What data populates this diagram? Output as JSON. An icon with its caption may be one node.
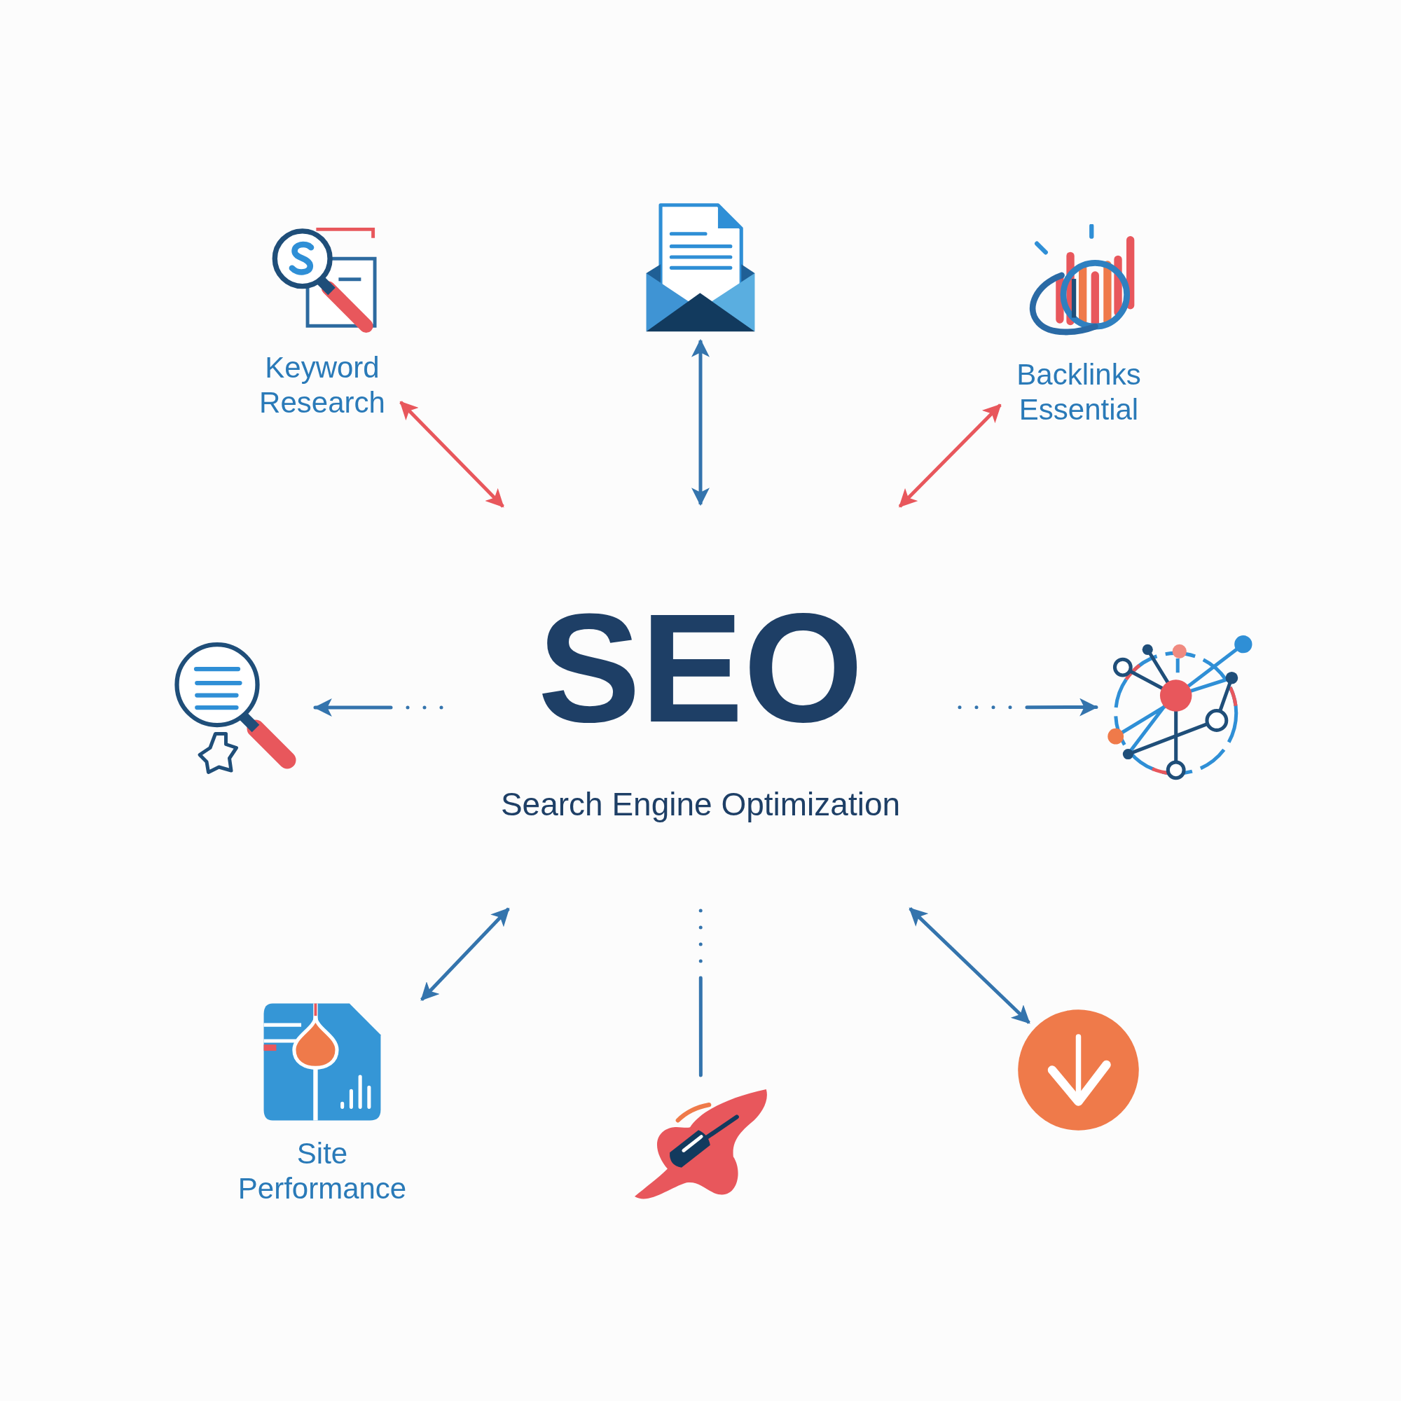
{
  "diagram": {
    "nodes": [
      {
        "text": [
          "Keyword Research"
        ]
      },
      {
        "text": [],
        "shape": "picture"
      },
      {
        "text": [
          "Backlinks Essential"
        ]
      },
      {
        "text": [],
        "shape": "picture"
      },
      {
        "text": [
          "SEO",
          "Search Engine Optimization"
        ]
      },
      {
        "text": [],
        "shape": "picture"
      },
      {
        "text": [
          "Site Performance"
        ]
      },
      {
        "text": [],
        "shape": "picture"
      },
      {
        "text": [],
        "shape": "picture"
      }
    ],
    "edges": [
      {
        "from": 4,
        "to": 0,
        "arrow": "both",
        "color": "#e8575c"
      },
      {
        "from": 4,
        "to": 1,
        "arrow": "both"
      },
      {
        "from": 4,
        "to": 2,
        "arrow": "both",
        "color": "#e8575c"
      },
      {
        "from": 4,
        "to": 3,
        "arrow": "to",
        "style": "dashed"
      },
      {
        "from": 4,
        "to": 5,
        "arrow": "to",
        "style": "dashed"
      },
      {
        "from": 4,
        "to": 6,
        "arrow": "both"
      },
      {
        "from": 4,
        "to": 7,
        "arrow": "none",
        "style": "dashed"
      },
      {
        "from": 4,
        "to": 8,
        "arrow": "both"
      }
    ]
  }
}
